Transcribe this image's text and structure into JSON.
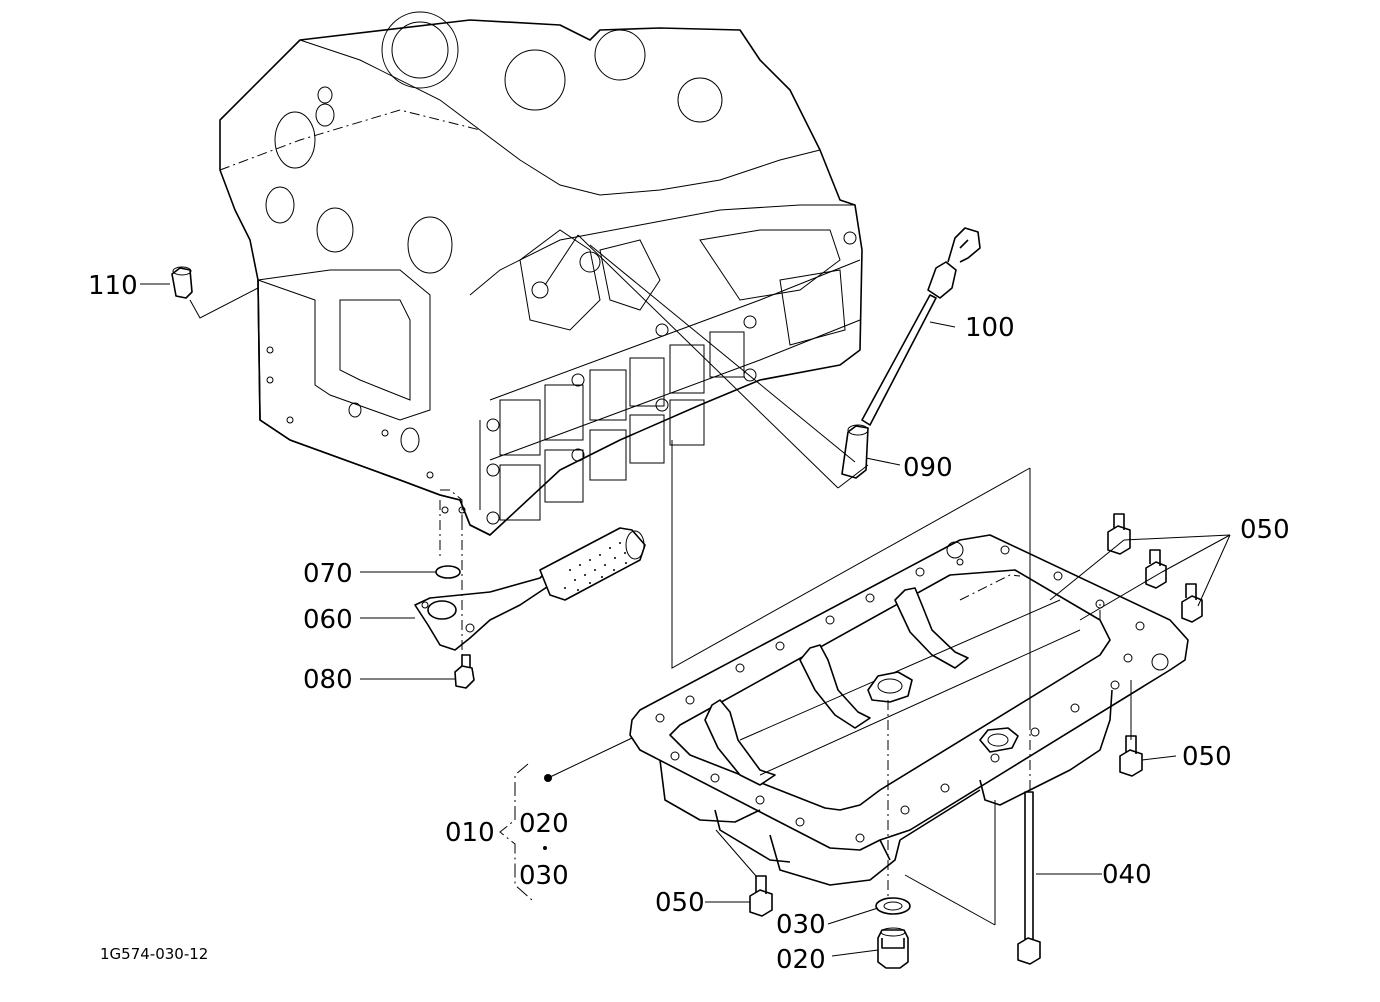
{
  "diagram": {
    "drawing_code": "1G574-030-12",
    "callouts": {
      "p010": "010",
      "p020_group": "020",
      "p030_group": "030",
      "p020": "020",
      "p030": "030",
      "p040": "040",
      "p050_top": "050",
      "p050_right": "050",
      "p050_bottom": "050",
      "p060": "060",
      "p070": "070",
      "p080": "080",
      "p090": "090",
      "p100": "100",
      "p110": "110"
    }
  }
}
